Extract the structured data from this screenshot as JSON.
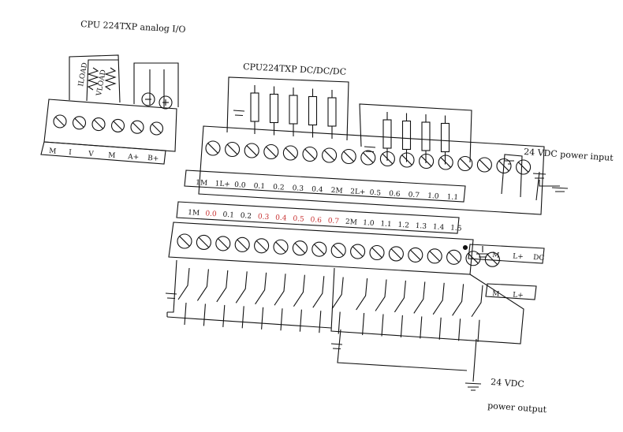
{
  "analog": {
    "title": "CPU 224TXP  analog I/O",
    "load1": "ILOAD",
    "load2": "VLOAD",
    "strip": [
      "M",
      "I",
      "V",
      "M",
      "A+",
      "B+"
    ]
  },
  "main": {
    "title": "CPU224TXP  DC/DC/DC",
    "power_input_label": "24 VDC power input",
    "output_strip": [
      "1M",
      "1L+",
      "0.0",
      "0.1",
      "0.2",
      "0.3",
      "0.4",
      "2M",
      "2L+",
      "0.5",
      "0.6",
      "0.7",
      "1.0",
      "1.1"
    ],
    "power_strip": [
      "M",
      "L+",
      "DC"
    ],
    "input_strip": [
      "1M",
      "0.0",
      "0.1",
      "0.2",
      "0.3",
      "0.4",
      "0.5",
      "0.6",
      "0.7",
      "2M",
      "1.0",
      "1.1",
      "1.2",
      "1.3",
      "1.4",
      "1.5"
    ],
    "sensor_strip": [
      "M",
      "L+"
    ],
    "vdc_label": "24 VDC",
    "power_output_label": "power output"
  },
  "colors": {
    "line": "#111111",
    "accent": "#c83232",
    "background": "#ffffff"
  }
}
